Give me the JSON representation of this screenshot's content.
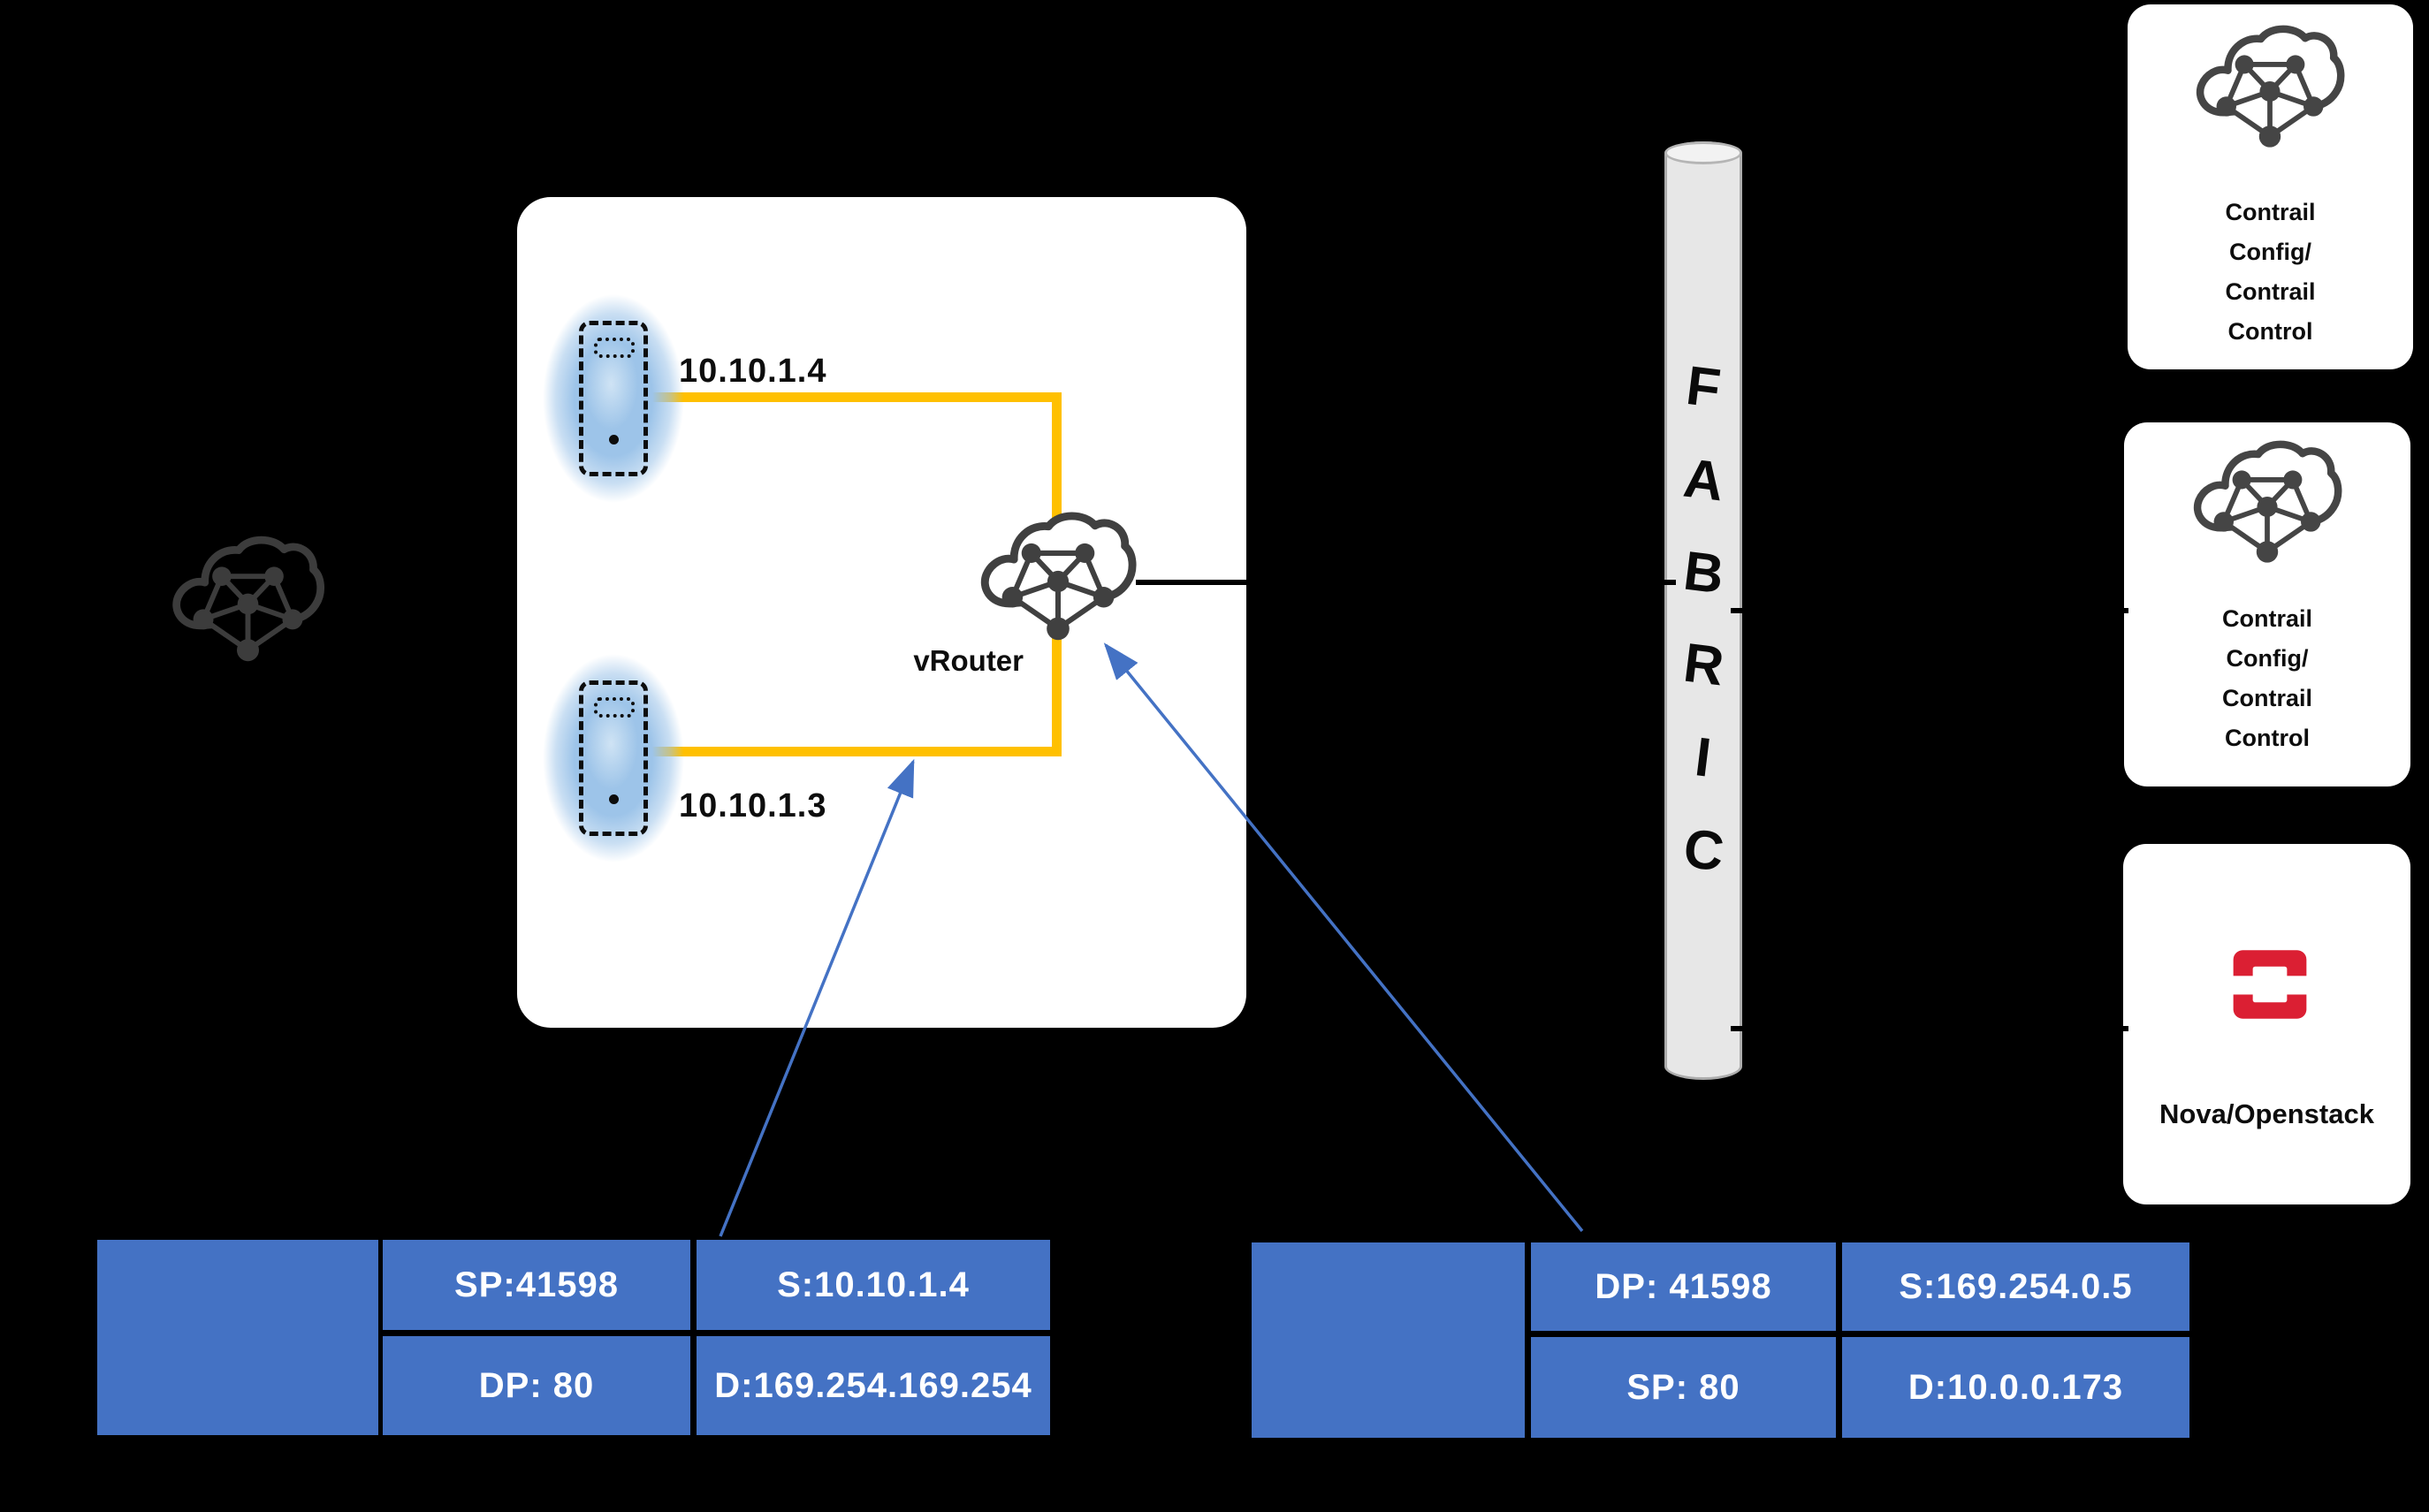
{
  "colors": {
    "background": "#000000",
    "table_blue": "#4472C4",
    "arrow_blue": "#4472C4",
    "connector_yellow": "#FFC000",
    "icon_gray": "#404040",
    "dim_icon_gray": "#3C3C3C",
    "fabric_fill": "#E7E7E7",
    "fabric_border": "#ACACAC",
    "vm_glow_blue": "#9DC4E9",
    "openstack_red": "#DB1F33"
  },
  "compute": {
    "vm1_ip": "10.10.1.4",
    "vm2_ip": "10.10.1.3",
    "vrouter_label": "vRouter"
  },
  "fabric": {
    "letters": [
      "F",
      "A",
      "B",
      "R",
      "I",
      "C"
    ]
  },
  "right_panel": {
    "contrail_boxes": [
      {
        "lines": [
          "Contrail",
          "Config/",
          "Contrail",
          "Control"
        ]
      },
      {
        "lines": [
          "Contrail",
          "Config/",
          "Contrail",
          "Control"
        ]
      }
    ],
    "nova_box": {
      "label": "Nova/Openstack"
    }
  },
  "flow_tables": {
    "left": {
      "rows": [
        {
          "port": "SP:41598",
          "address": "S:10.10.1.4"
        },
        {
          "port": "DP: 80",
          "address": "D:169.254.169.254"
        }
      ]
    },
    "right": {
      "rows": [
        {
          "port": "DP: 41598",
          "address": "S:169.254.0.5"
        },
        {
          "port": "SP: 80",
          "address": "D:10.0.0.173"
        }
      ]
    }
  }
}
